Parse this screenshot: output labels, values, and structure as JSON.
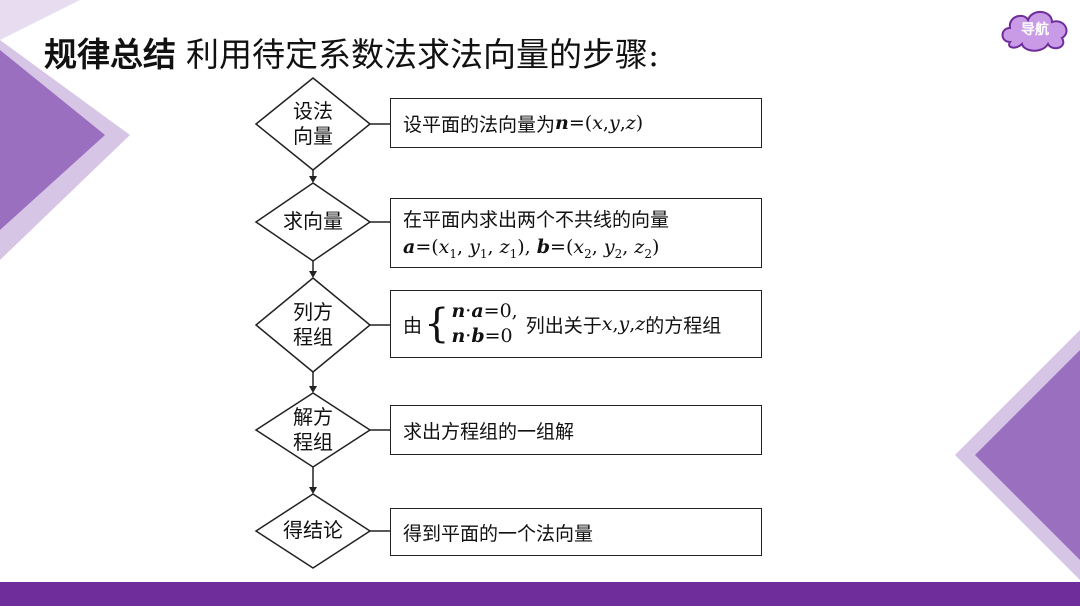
{
  "title": {
    "strong": "规律总结",
    "rest": "利用待定系数法求法向量的步骤:"
  },
  "nav_button": {
    "label": "导航"
  },
  "colors": {
    "purple_dark": "#6e2d9a",
    "purple_mid": "#9b6fc0",
    "purple_light": "#cdb6e1",
    "nav_fill": "#c99ae6"
  },
  "steps": [
    {
      "diamond": [
        "设法",
        "向量"
      ],
      "box": "设平面的法向量为"
    },
    {
      "diamond": [
        "求向量"
      ],
      "box": "在平面内求出两个不共线的向量"
    },
    {
      "diamond": [
        "列方",
        "程组"
      ],
      "box_prefix": "由",
      "box_suffix": "列出关于",
      "box_end": "的方程组"
    },
    {
      "diamond": [
        "解方",
        "程组"
      ],
      "box": "求出方程组的一组解"
    },
    {
      "diamond": [
        "得结论"
      ],
      "box": "得到平面的一个法向量"
    }
  ]
}
